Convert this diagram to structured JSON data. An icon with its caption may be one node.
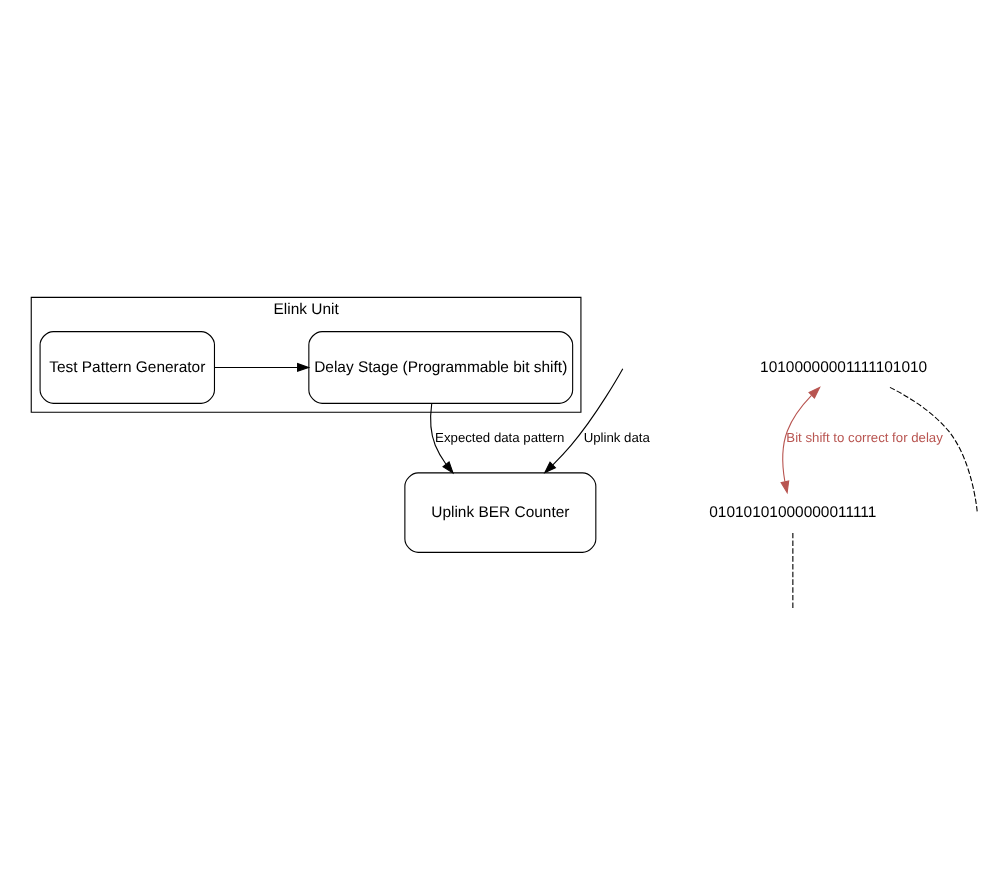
{
  "diagram": {
    "nodes": [
      {
        "text": [
          "Elink Unit"
        ]
      },
      {
        "text": [
          "Test Pattern Generator"
        ],
        "in": 0
      },
      {
        "text": [
          "Delay Stage (Programmable bit shift)"
        ],
        "in": 0
      },
      {
        "text": [
          "01010101000000011111"
        ]
      },
      {
        "text": [
          "10100000001111101010"
        ]
      },
      {
        "text": [
          "Uplink BER Counter"
        ]
      }
    ],
    "edges": [
      {
        "from": 1,
        "to": 2,
        "arrow": "to"
      },
      {
        "from": 2,
        "to": 5,
        "arrow": "to",
        "label": "Expected data pattern"
      },
      {
        "from": 3,
        "to": null,
        "arrow": "none",
        "style": "dashed"
      },
      {
        "from": 4,
        "to": 3,
        "arrow": "both",
        "label": "Bit shift to correct for delay",
        "color": "#b85450"
      },
      {
        "from": 4,
        "to": null,
        "arrow": "none",
        "style": "dashed"
      },
      {
        "from": null,
        "to": 5,
        "arrow": "to",
        "label": "Uplink data"
      }
    ]
  }
}
